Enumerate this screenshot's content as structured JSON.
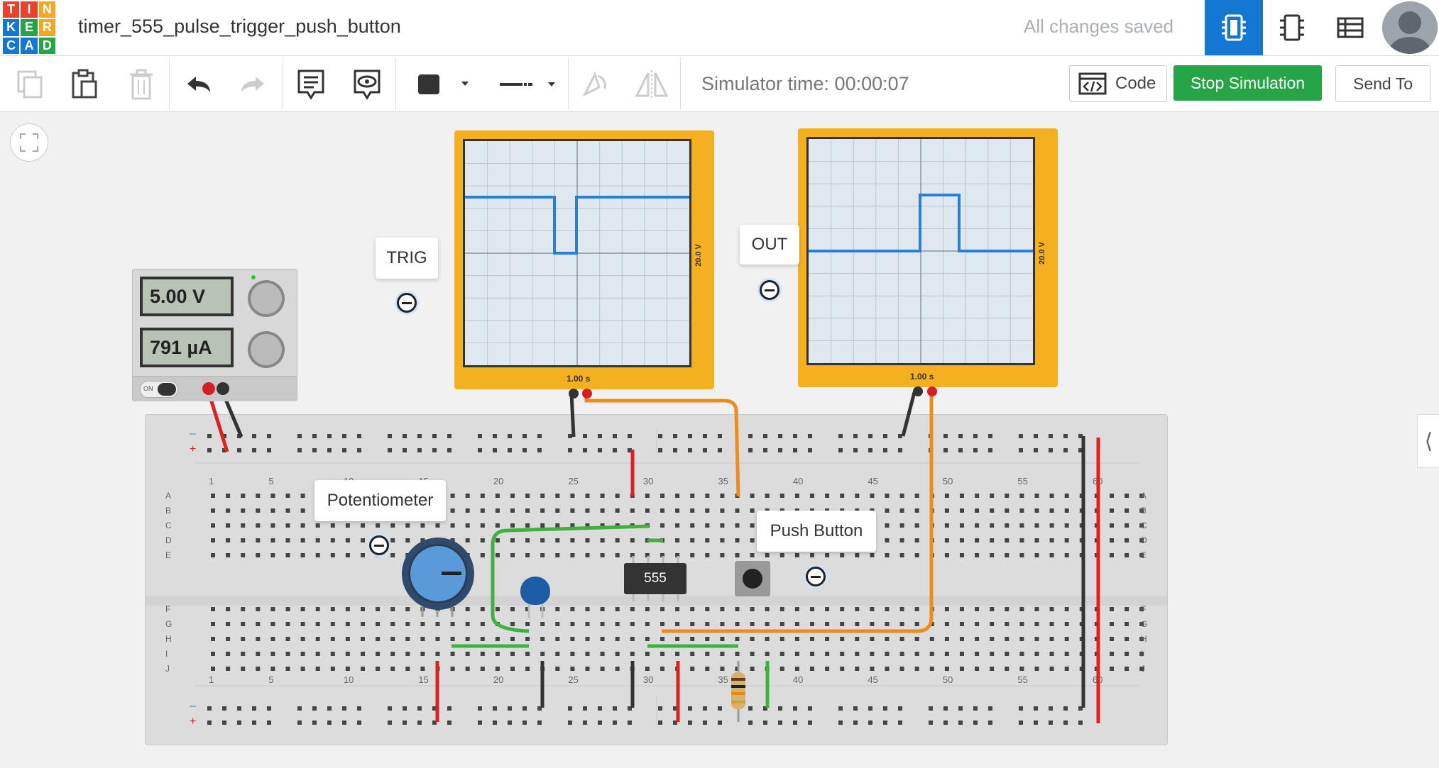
{
  "app": {
    "logo_letters": [
      "T",
      "I",
      "N",
      "K",
      "E",
      "R",
      "C",
      "A",
      "D"
    ],
    "logo_colors": [
      "#e8412c",
      "#e8412c",
      "#f5a623",
      "#1477d1",
      "#25a548",
      "#f5a623",
      "#1477d1",
      "#1477d1",
      "#25a548"
    ],
    "project_title": "timer_555_pulse_trigger_push_button",
    "save_status": "All changes saved"
  },
  "header": {
    "view_buttons": [
      {
        "name": "circuit-view",
        "icon": "breadboard-icon",
        "active": true
      },
      {
        "name": "schematic-view",
        "icon": "chip-icon",
        "active": false
      },
      {
        "name": "component-list-view",
        "icon": "list-icon",
        "active": false
      }
    ],
    "avatar_icon": "user-avatar-icon"
  },
  "toolbar": {
    "tools": [
      "copy-icon",
      "paste-icon",
      "delete-icon",
      "undo-icon",
      "redo-icon",
      "notes-icon",
      "notes-visibility-icon",
      "color-swatch-icon",
      "line-style-icon",
      "rotate-icon",
      "flip-icon"
    ],
    "simulator_time": "Simulator time: 00:00:07",
    "code_label": "Code",
    "stop_label": "Stop Simulation",
    "sendto_label": "Send To",
    "accent_green": "#25a548",
    "accent_blue": "#1477d1"
  },
  "canvas": {
    "psu": {
      "voltage": "5.00 V",
      "current": "791 µA",
      "switch_label": "ON"
    },
    "scope_trig": {
      "label": "TRIG",
      "vertical_scale": "20.0 V",
      "time_scale": "1.00 s"
    },
    "scope_out": {
      "label": "OUT",
      "vertical_scale": "20.0 V",
      "time_scale": "1.00 s"
    },
    "potentiometer_label": "Potentiometer",
    "push_button_label": "Push Button",
    "chip_label": "555",
    "breadboard": {
      "column_numbers": [
        "1",
        "5",
        "10",
        "15",
        "20",
        "25",
        "30",
        "35",
        "40",
        "45",
        "50",
        "55",
        "60"
      ],
      "row_letters_top": [
        "A",
        "B",
        "C",
        "D",
        "E"
      ],
      "row_letters_bottom": [
        "F",
        "G",
        "H",
        "I",
        "J"
      ],
      "rail_minus": "–",
      "rail_plus": "+"
    },
    "wire_colors": {
      "red": "#e02020",
      "black": "#333333",
      "orange": "#f08a1a",
      "green": "#3db33d"
    }
  }
}
